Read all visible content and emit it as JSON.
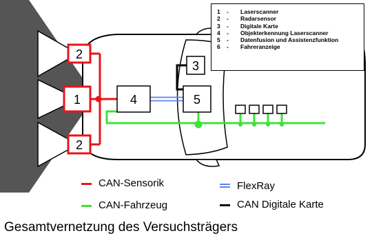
{
  "legend_items": [
    {
      "num": "1",
      "dash": "-",
      "label": "Laserscanner"
    },
    {
      "num": "2",
      "dash": "-",
      "label": "Radarsensor"
    },
    {
      "num": "3",
      "dash": "-",
      "label": "Digitale Karte"
    },
    {
      "num": "4",
      "dash": "-",
      "label": "Objekterkennung Laserscanner"
    },
    {
      "num": "5",
      "dash": "-",
      "label": "Datenfusion und Assistenzfunktion"
    },
    {
      "num": "6",
      "dash": "-",
      "label": "Fahreranzeige"
    }
  ],
  "components": {
    "radar_top": "2",
    "laserscanner": "1",
    "radar_bottom": "2",
    "object_detection": "4",
    "digital_map": "3",
    "fusion": "5"
  },
  "buses": {
    "can_sensorik": "CAN-Sensorik",
    "can_fahrzeug": "CAN-Fahrzeug",
    "flexray": "FlexRay",
    "can_karte": "CAN Digitale Karte"
  },
  "colors": {
    "can_sensorik": "#e8141b",
    "can_fahrzeug": "#3fe23a",
    "flexray": "#5b83f1",
    "can_karte": "#000000",
    "sensor_fill": "#555555"
  },
  "caption": "Gesamtvernetzung des Versuchsträgers"
}
